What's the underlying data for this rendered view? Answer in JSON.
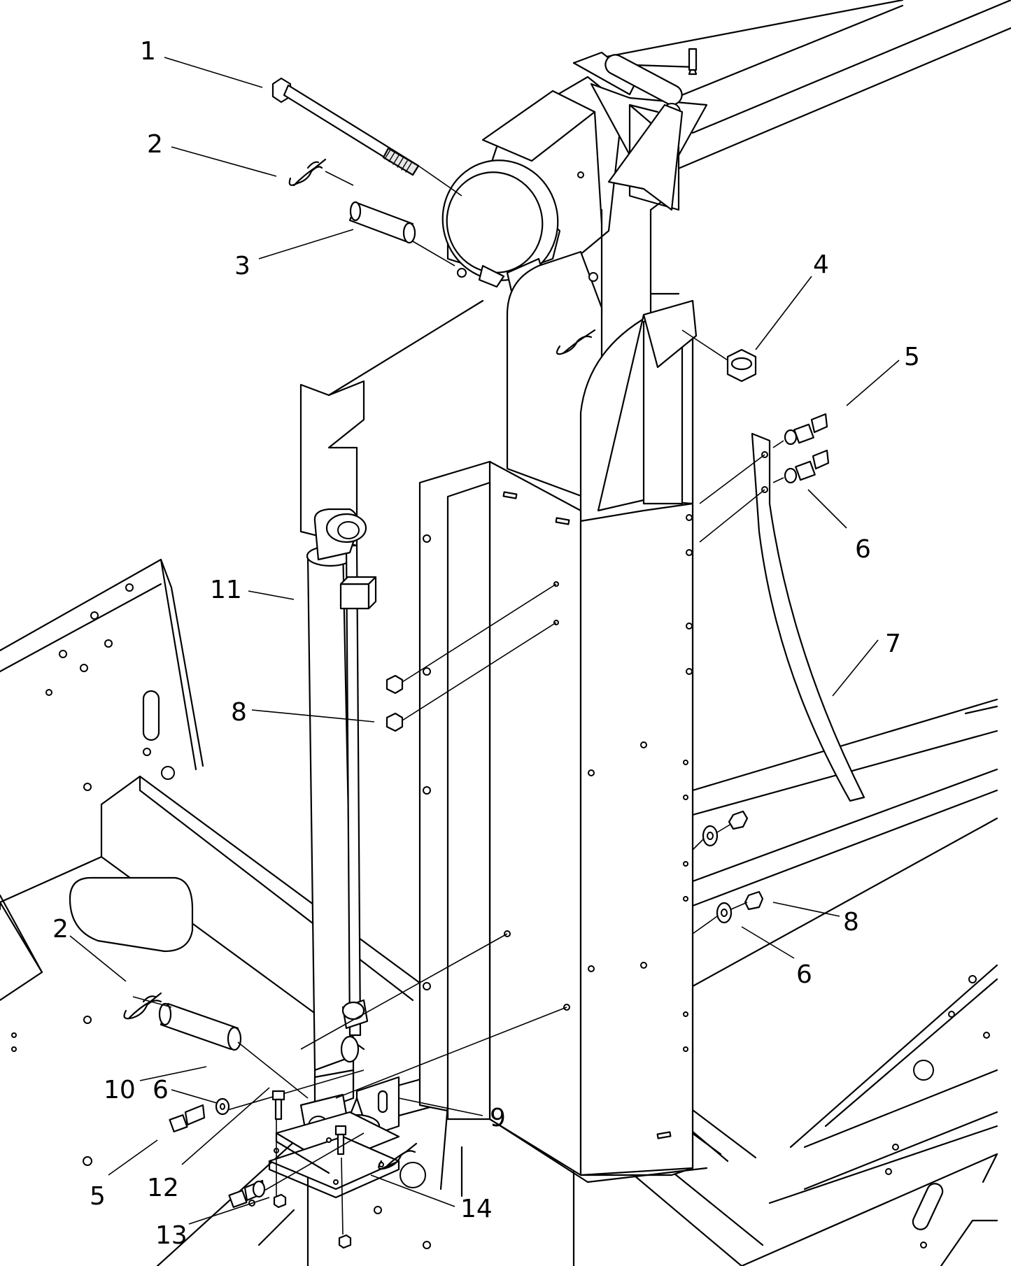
{
  "callouts": {
    "c1": "1",
    "c2a": "2",
    "c3": "3",
    "c4": "4",
    "c5a": "5",
    "c6a": "6",
    "c7": "7",
    "c8a": "8",
    "c11": "11",
    "c8b": "8",
    "c6b": "6",
    "c2b": "2",
    "c10": "10",
    "c6c": "6",
    "c9": "9",
    "c5b": "5",
    "c12": "12",
    "c13": "13",
    "c14": "14"
  }
}
